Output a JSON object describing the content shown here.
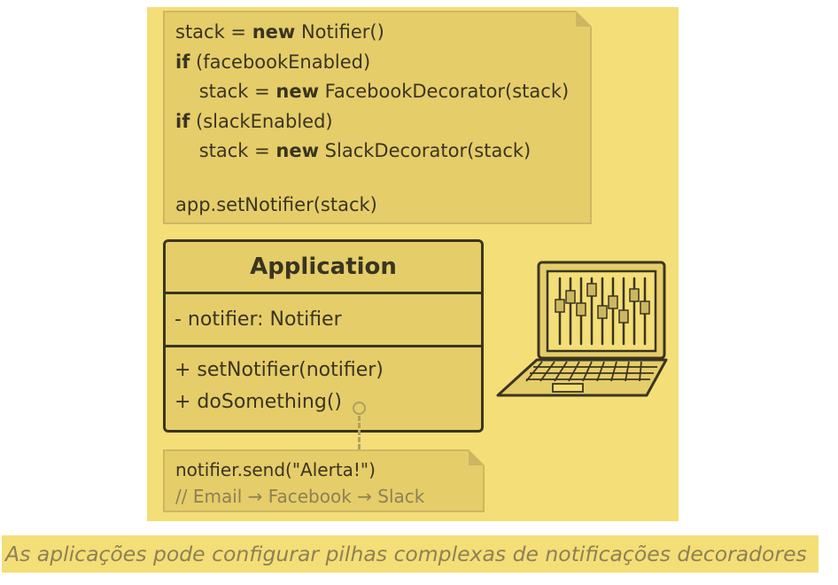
{
  "code_note": {
    "lines": [
      {
        "kw1": "",
        "pre": "stack = ",
        "kw": "new",
        "post": " Notifier()"
      },
      {
        "pre": "",
        "kw": "if",
        "post": " (facebookEnabled)"
      },
      {
        "pre": "    stack = ",
        "kw": "new",
        "post": " FacebookDecorator(stack)"
      },
      {
        "pre": "",
        "kw": "if",
        "post": " (slackEnabled)"
      },
      {
        "pre": "    stack = ",
        "kw": "new",
        "post": " SlackDecorator(stack)"
      },
      {
        "pre": "",
        "kw": "",
        "post": ""
      },
      {
        "pre": "app.setNotifier(stack)",
        "kw": "",
        "post": ""
      }
    ]
  },
  "uml": {
    "class_name": "Application",
    "fields": [
      "- notifier: Notifier"
    ],
    "methods": [
      "+ setNotifier(notifier)",
      "+ doSomething()"
    ]
  },
  "method_note": {
    "line1": "notifier.send(\"Alerta!\")",
    "line2": "// Email → Facebook → Slack"
  },
  "caption": "As aplicações pode configurar pilhas complexas de notificações decoradores",
  "colors": {
    "panel": "#f4de77",
    "note": "#e5cd6a",
    "ink": "#3a3520",
    "muted": "#8d8155"
  },
  "icons": [
    "laptop-icon"
  ]
}
